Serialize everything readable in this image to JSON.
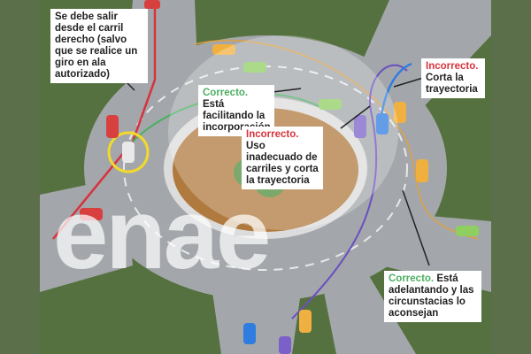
{
  "notes": {
    "exit_right_lane": "Se debe salir desde el carril derecho (salvo que se realice un giro en ala autorizado)",
    "facilitating": {
      "verdict": "Correcto.",
      "text": "Está facilitando la incorporación"
    },
    "improper_lanes": {
      "verdict": "Incorrecto.",
      "text": "Uso inadecuado de carriles y corta la trayectoria"
    },
    "cuts_path": {
      "verdict": "Incorrecto.",
      "text": "Corta la trayectoria"
    },
    "overtaking": {
      "verdict": "Correcto.",
      "text": "Está adelantando y las circunstacias lo aconsejan"
    }
  },
  "watermark": "enae",
  "colors": {
    "correct": "#4caf62",
    "incorrect": "#d8323c",
    "road": "#9a9ea3",
    "grass": "#5b6f4a"
  }
}
